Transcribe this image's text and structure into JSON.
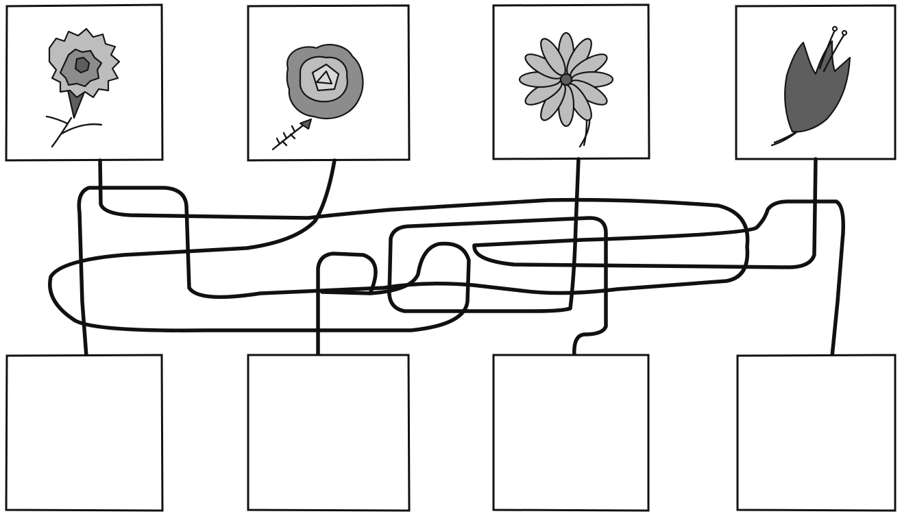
{
  "puzzle": {
    "flowers": [
      {
        "name": "carnation",
        "icon": "carnation-icon"
      },
      {
        "name": "rose",
        "icon": "rose-icon"
      },
      {
        "name": "daisy",
        "icon": "daisy-icon"
      },
      {
        "name": "tulip",
        "icon": "tulip-icon"
      }
    ],
    "answer_boxes": [
      "",
      "",
      "",
      ""
    ],
    "colors": {
      "background": "#ffffff",
      "ink": "#111111",
      "petal_light": "#bdbdbd",
      "petal_mid": "#8c8c8c",
      "petal_dark": "#5e5e5e"
    }
  }
}
